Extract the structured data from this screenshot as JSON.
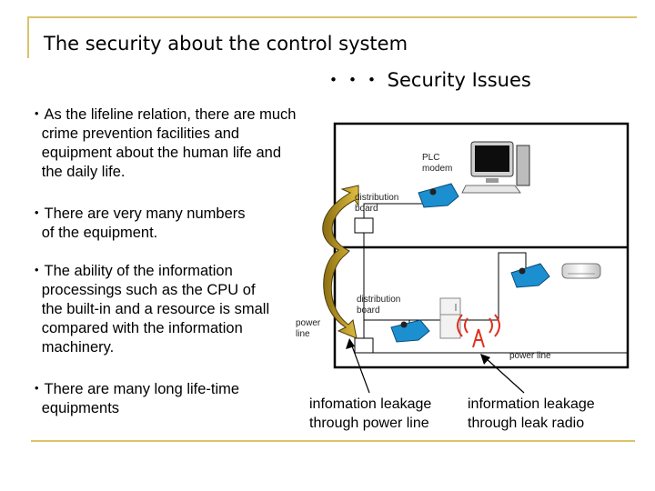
{
  "slide": {
    "title_line1": "The security about the control system",
    "title_line2": "・・・ Security Issues"
  },
  "bullets": [
    "・As the lifeline relation, there are much\n   crime prevention facilities and\n   equipment about the human life and\n   the daily life.",
    "・There are very many numbers\n   of the equipment.",
    "・The ability of the information\n   processings such as the CPU of\n   the built-in and a resource is small\n   compared with the information\n   machinery.",
    "・There are many long life-time\n   equipments"
  ],
  "diagram": {
    "plc_modem_label": "PLC\nmodem",
    "distribution_board_top": "distribution\nboard",
    "distribution_board_bottom": "distribution\nboard",
    "power_line_left": "power\nline",
    "power_line_right": "power line",
    "caption_left": "infomation leakage\nthrough power line",
    "caption_right": "information leakage\nthrough leak radio"
  },
  "colors": {
    "frame_accent": "#d9c46a",
    "arrow_fill": "#c8a72a",
    "modem_blue": "#1c8fd0",
    "radio_red": "#e0301e"
  }
}
